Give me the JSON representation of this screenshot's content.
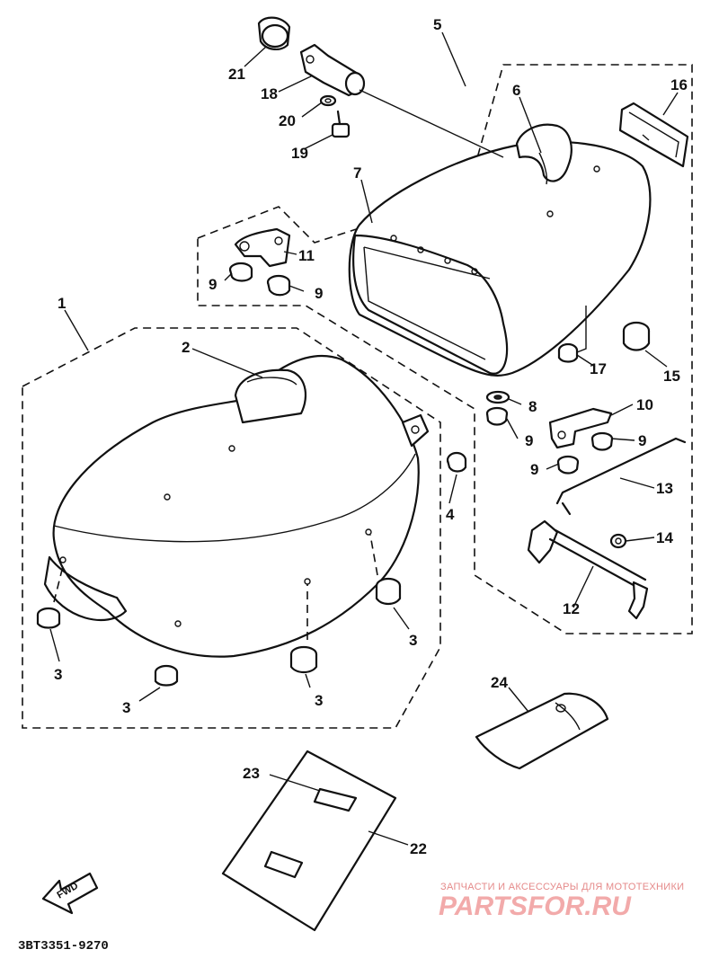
{
  "diagram": {
    "code": "3BT3351-9270",
    "fwd_label": "FWD",
    "watermark_top": "ЗАПЧАСТИ И АКСЕССУАРЫ ДЛЯ МОТОТЕХНИКИ",
    "watermark_logo": "PARTSFOR.RU",
    "callouts": [
      {
        "id": "c1",
        "label": "1"
      },
      {
        "id": "c2",
        "label": "2"
      },
      {
        "id": "c3a",
        "label": "3"
      },
      {
        "id": "c3b",
        "label": "3"
      },
      {
        "id": "c3c",
        "label": "3"
      },
      {
        "id": "c3d",
        "label": "3"
      },
      {
        "id": "c4",
        "label": "4"
      },
      {
        "id": "c5",
        "label": "5"
      },
      {
        "id": "c6",
        "label": "6"
      },
      {
        "id": "c7",
        "label": "7"
      },
      {
        "id": "c8",
        "label": "8"
      },
      {
        "id": "c9a",
        "label": "9"
      },
      {
        "id": "c9b",
        "label": "9"
      },
      {
        "id": "c9c",
        "label": "9"
      },
      {
        "id": "c9d",
        "label": "9"
      },
      {
        "id": "c9e",
        "label": "9"
      },
      {
        "id": "c10",
        "label": "10"
      },
      {
        "id": "c11",
        "label": "11"
      },
      {
        "id": "c12",
        "label": "12"
      },
      {
        "id": "c13",
        "label": "13"
      },
      {
        "id": "c14",
        "label": "14"
      },
      {
        "id": "c15",
        "label": "15"
      },
      {
        "id": "c16",
        "label": "16"
      },
      {
        "id": "c17",
        "label": "17"
      },
      {
        "id": "c18",
        "label": "18"
      },
      {
        "id": "c19",
        "label": "19"
      },
      {
        "id": "c20",
        "label": "20"
      },
      {
        "id": "c21",
        "label": "21"
      },
      {
        "id": "c22",
        "label": "22"
      },
      {
        "id": "c23",
        "label": "23"
      },
      {
        "id": "c24",
        "label": "24"
      }
    ]
  }
}
